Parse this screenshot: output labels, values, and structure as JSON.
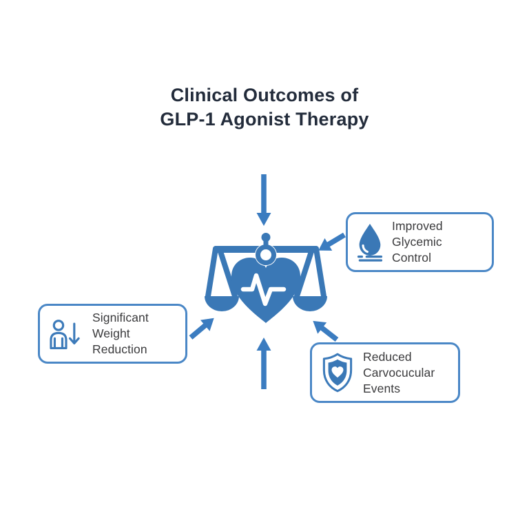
{
  "title": {
    "line1": "Clinical Outcomes of",
    "line2": "GLP-1 Agonist Therapy"
  },
  "colors": {
    "background": "#FFFFFF",
    "icon_blue": "#3A78B6",
    "arrow_blue": "#3B7CC0",
    "box_border_blue": "#4A87C6",
    "title_color": "#232C3B",
    "body_text_color": "#3A3A3C"
  },
  "center": {
    "icon": "heart-pulse-on-balance-scale-icon",
    "meaning": "GLP-1 agonist therapy outcomes"
  },
  "arrows": {
    "style": "solid blue, pointing inward to center icon",
    "positions": [
      "top-down",
      "upper-right-to-center",
      "left-to-center",
      "bottom-up",
      "lower-right-to-center"
    ]
  },
  "callouts": {
    "weight": {
      "icon": "person-weight-loss-icon",
      "lines": [
        "Significant",
        "Weight",
        "Reduction"
      ]
    },
    "glycemic": {
      "icon": "water-drop-icon",
      "lines": [
        "Improved",
        "Glycemic Control"
      ]
    },
    "cardio": {
      "icon": "shield-heart-icon",
      "lines": [
        "Reduced",
        "Carvocucular",
        "Events"
      ]
    }
  }
}
